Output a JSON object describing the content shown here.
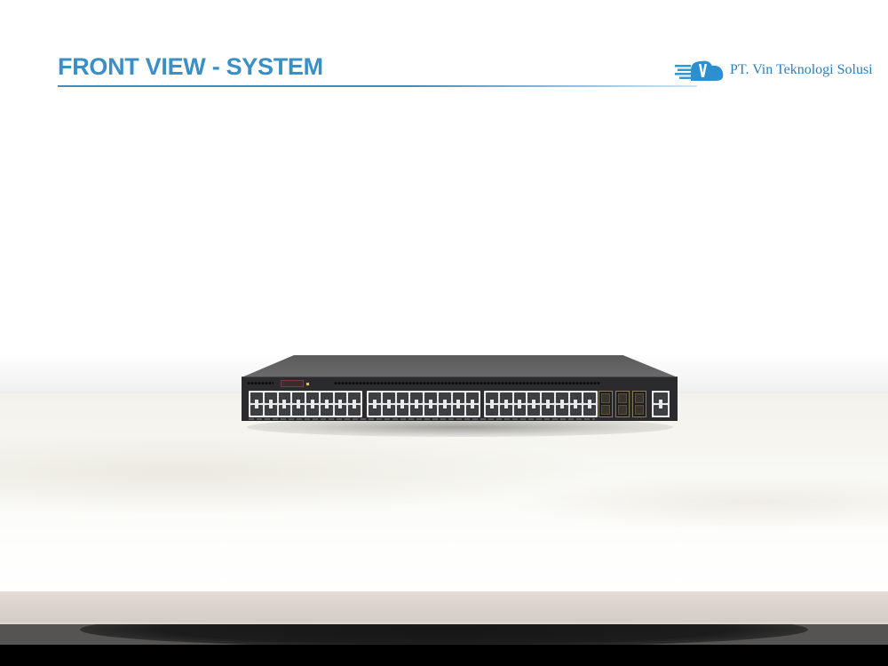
{
  "header": {
    "title": "FRONT VIEW - SYSTEM",
    "title_color": "#3a8fc6"
  },
  "logo": {
    "icon": "cloud-v-speed-icon",
    "company_name": "PT. Vin Teknologi Solusi",
    "brand_color": "#2e7fb8"
  },
  "figure": {
    "subject": "network-switch-front-view",
    "rj45_port_groups": [
      {
        "name": "group-1",
        "columns": 8,
        "rows": 2
      },
      {
        "name": "group-2",
        "columns": 8,
        "rows": 2
      },
      {
        "name": "group-3",
        "columns": 8,
        "rows": 2
      }
    ],
    "rj45_port_count": 48,
    "sfp_cages": 3,
    "sfp_ports": 6,
    "management_ports": 2
  }
}
